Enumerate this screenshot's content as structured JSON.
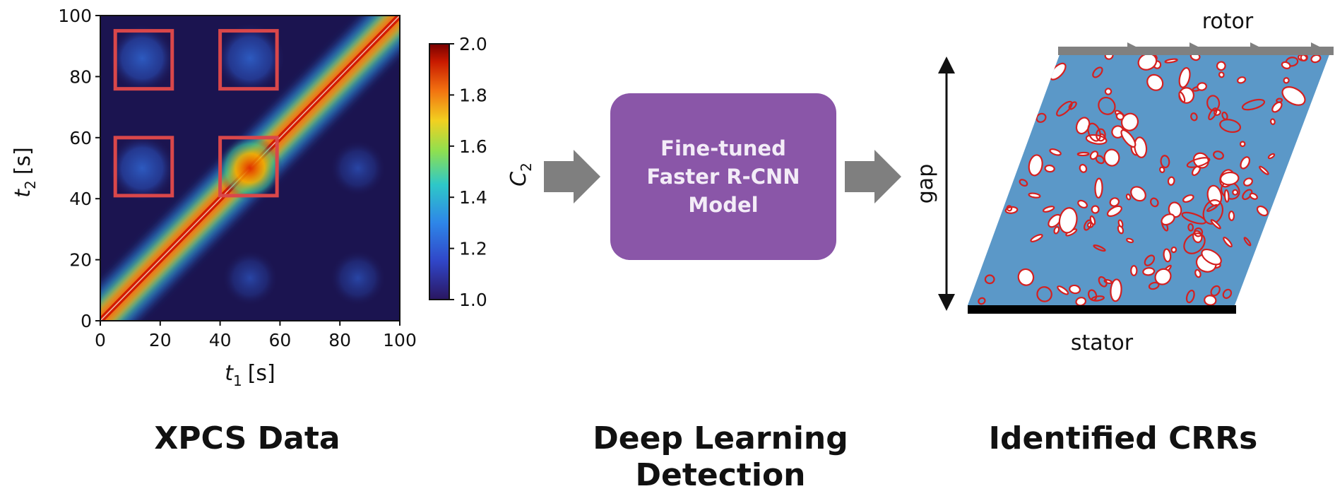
{
  "chart_data": {
    "type": "heatmap",
    "xlabel_base": "t",
    "xlabel_sub": "1",
    "xlabel_unit": "[s]",
    "ylabel_base": "t",
    "ylabel_sub": "2",
    "ylabel_unit": "[s]",
    "x_ticks": [
      "0",
      "20",
      "40",
      "60",
      "80",
      "100"
    ],
    "y_ticks": [
      "0",
      "20",
      "40",
      "60",
      "80",
      "100"
    ],
    "xlim": [
      0,
      100
    ],
    "ylim": [
      0,
      100
    ],
    "colorbar": {
      "label_base": "C",
      "label_sub": "2",
      "ticks": [
        "1.0",
        "1.2",
        "1.4",
        "1.6",
        "1.8",
        "2.0"
      ],
      "range": [
        1.0,
        2.0
      ]
    },
    "highlight_boxes_s": [
      {
        "x": [
          5,
          24
        ],
        "y": [
          76,
          95
        ]
      },
      {
        "x": [
          40,
          59
        ],
        "y": [
          76,
          95
        ]
      },
      {
        "x": [
          5,
          24
        ],
        "y": [
          41,
          60
        ]
      },
      {
        "x": [
          40,
          59
        ],
        "y": [
          41,
          60
        ]
      }
    ]
  },
  "pipeline": {
    "model_lines": [
      "Fine-tuned",
      "Faster R-CNN",
      "Model"
    ]
  },
  "crr": {
    "top_label": "rotor",
    "bottom_label": "stator",
    "side_label": "gap"
  },
  "captions": {
    "left": "XPCS Data",
    "middle_line1": "Deep Learning",
    "middle_line2": "Detection",
    "right": "Identified CRRs"
  },
  "colors": {
    "heatmap_background": "#1b1450",
    "diagonal": "#d21b00",
    "box_outline": "#d9474a",
    "model_box": "#8a56a8",
    "arrow": "#7f7f7f",
    "domain_fill": "#5b98c8",
    "crr_fill": "#ffffff",
    "crr_outline": "#d42020",
    "rotor_bar": "#808080",
    "stator_bar": "#000000"
  }
}
